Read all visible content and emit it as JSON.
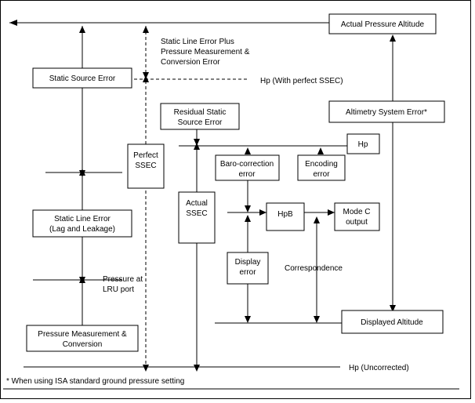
{
  "boxes": {
    "actual_pressure_altitude": "Actual Pressure Altitude",
    "static_source_error": "Static Source Error",
    "residual_static_source_error": [
      "Residual Static",
      "Source Error"
    ],
    "altimetry_system_error": "Altimetry System Error*",
    "hp": "Hp",
    "perfect_ssec": [
      "Perfect",
      "SSEC"
    ],
    "baro_correction_error": [
      "Baro-correction",
      "error"
    ],
    "encoding_error": [
      "Encoding",
      "error"
    ],
    "actual_ssec": [
      "Actual",
      "SSEC"
    ],
    "hpb": "HpB",
    "mode_c_output": [
      "Mode C",
      "output"
    ],
    "static_line_error": [
      "Static Line Error",
      "(Lag and Leakage)"
    ],
    "display_error": [
      "Display",
      "error"
    ],
    "displayed_altitude": "Displayed Altitude",
    "pressure_measurement_conversion": [
      "Pressure Measurement &",
      "Conversion"
    ]
  },
  "labels": {
    "static_line_error_plus": [
      "Static Line Error Plus",
      "Pressure Measurement &",
      "Conversion Error"
    ],
    "hp_perfect_ssec": "Hp (With perfect SSEC)",
    "correspondence": "Correspondence",
    "pressure_at_lru_port": [
      "Pressure at",
      "LRU port"
    ],
    "hp_uncorrected": "Hp (Uncorrected)",
    "footnote": "* When using ISA standard ground pressure setting"
  }
}
